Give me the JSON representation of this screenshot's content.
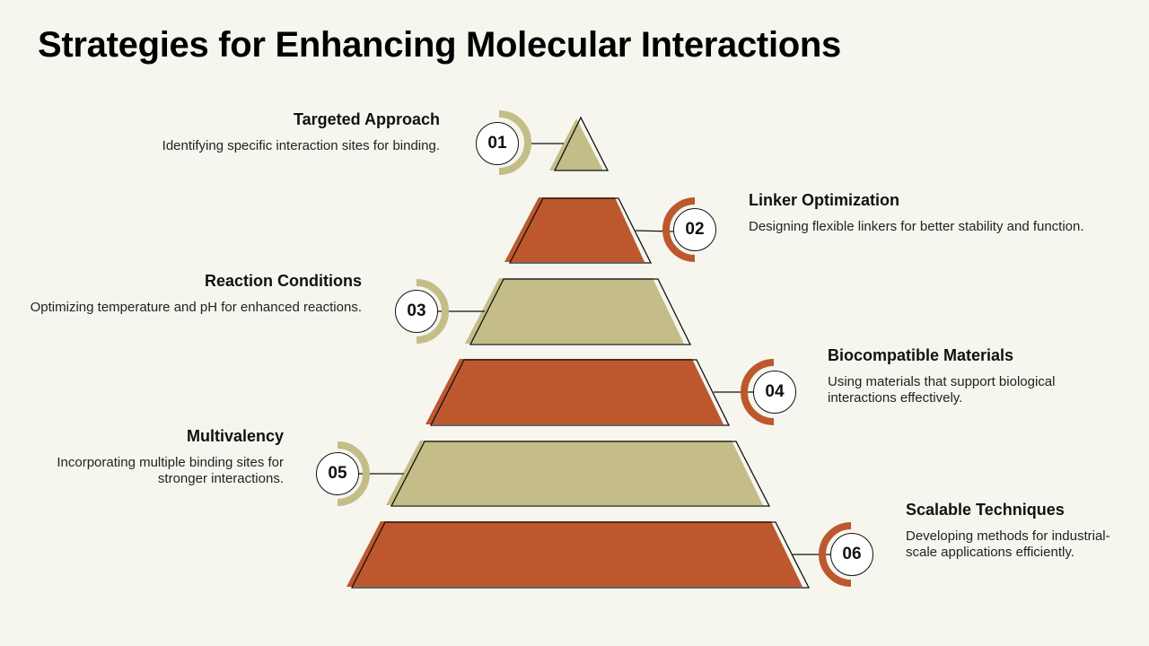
{
  "title": "Strategies for Enhancing Molecular Interactions",
  "colors": {
    "tan": "#c4bd87",
    "rust": "#bd582e",
    "background": "#f6f6ef"
  },
  "steps": [
    {
      "num": "01",
      "title": "Targeted Approach",
      "desc": "Identifying specific interaction sites for binding."
    },
    {
      "num": "02",
      "title": "Linker Optimization",
      "desc": "Designing flexible linkers for better stability and function."
    },
    {
      "num": "03",
      "title": "Reaction Conditions",
      "desc": "Optimizing temperature and pH for enhanced reactions."
    },
    {
      "num": "04",
      "title": "Biocompatible Materials",
      "desc": "Using materials that support biological interactions effectively."
    },
    {
      "num": "05",
      "title": "Multivalency",
      "desc": "Incorporating multiple binding sites for stronger interactions."
    },
    {
      "num": "06",
      "title": "Scalable Techniques",
      "desc": "Developing methods for industrial-scale applications efficiently."
    }
  ]
}
